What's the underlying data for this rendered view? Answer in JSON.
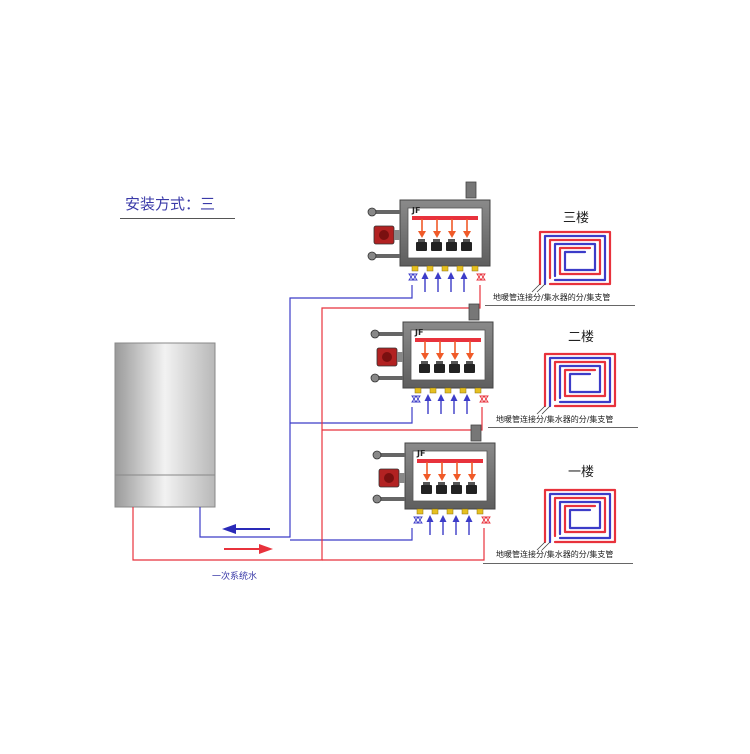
{
  "title": "安装方式：三",
  "system_water_label": "一次系统水",
  "floors": [
    {
      "name": "三楼",
      "caption": "地暖管连接分/集水器的分/集支管",
      "brand": "JF"
    },
    {
      "name": "二楼",
      "caption": "地暖管连接分/集水器的分/集支管",
      "brand": "JF"
    },
    {
      "name": "一楼",
      "caption": "地暖管连接分/集水器的分/集支管",
      "brand": "JF"
    }
  ],
  "colors": {
    "supply": "#e8323c",
    "return": "#3c3cc8",
    "title": "#3a3aa8",
    "manifold_frame": "#6e6e6e",
    "pump": "#b22222"
  }
}
